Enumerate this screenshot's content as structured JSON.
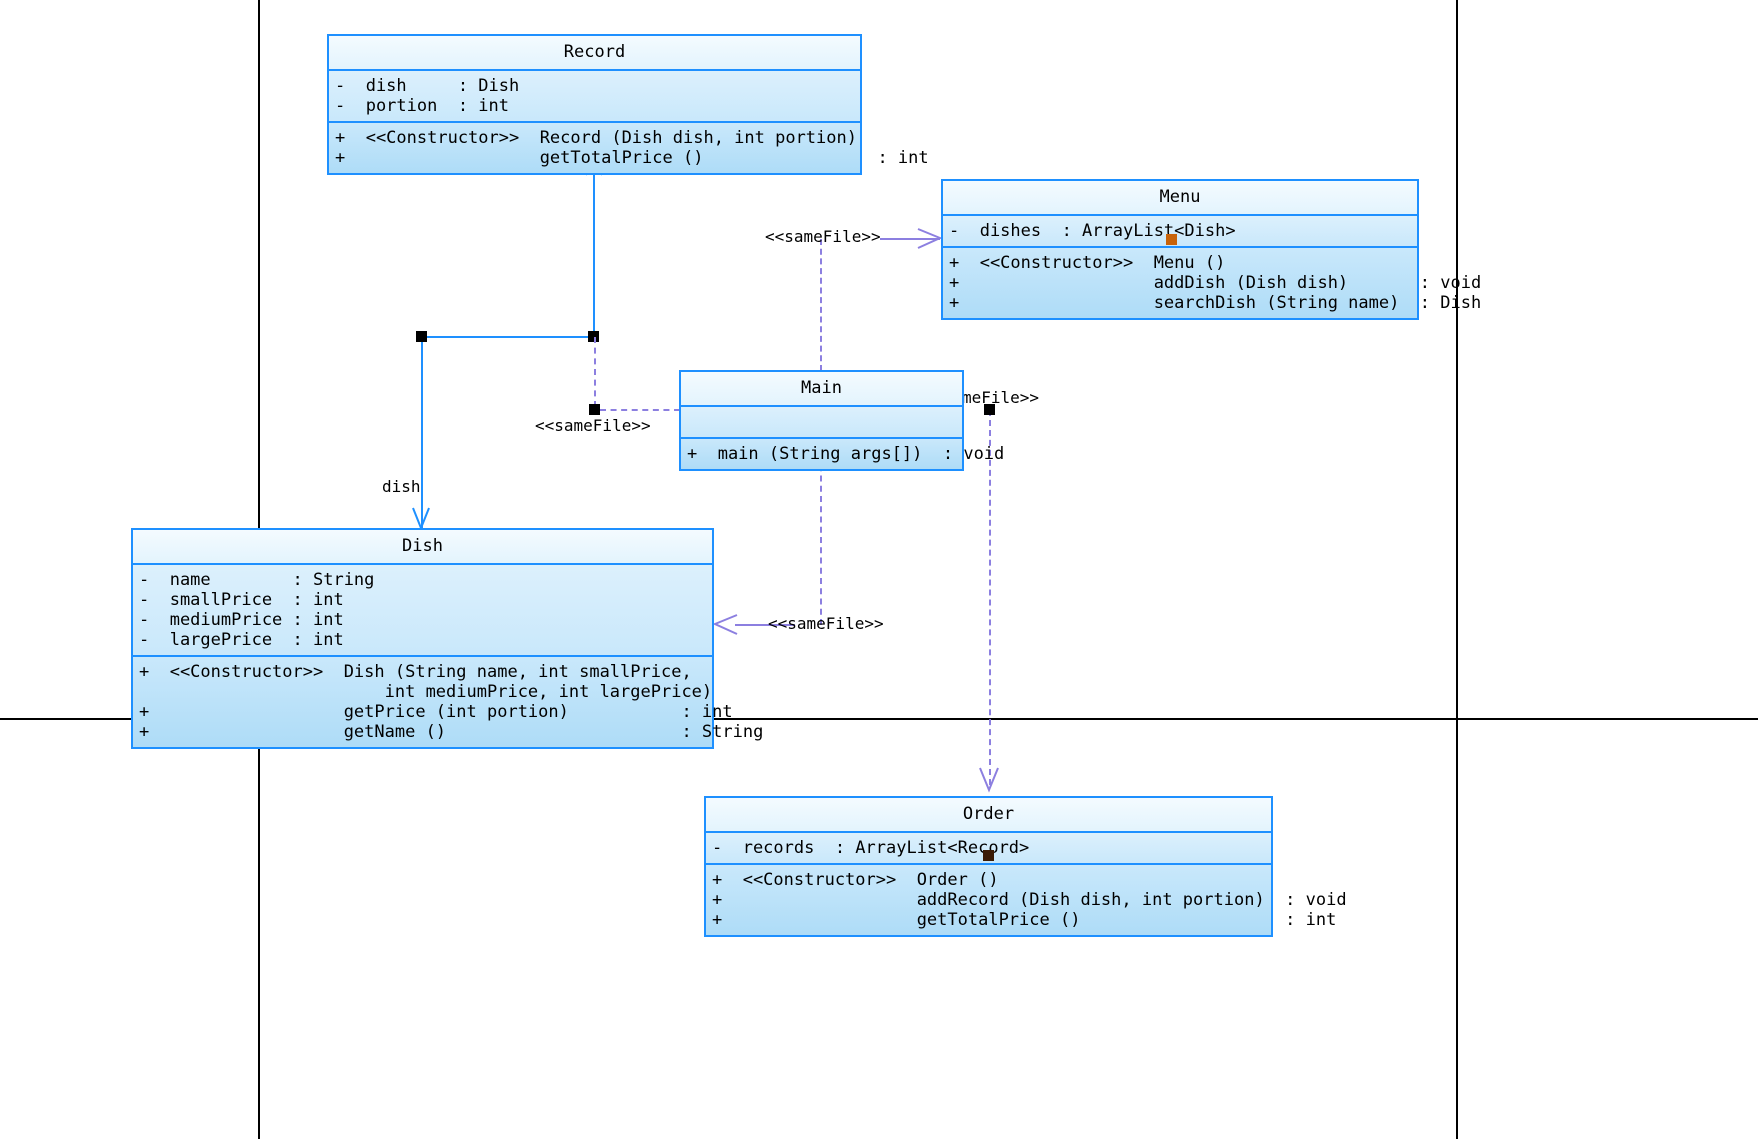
{
  "diagram": {
    "title": "UML Class Diagram",
    "colors": {
      "class_border": "#1E90FF",
      "class_fill_top": "#F2FAFF",
      "class_fill_bottom": "#AEDCF7",
      "association": "#1E90FF",
      "dependency": "#8C7FE0",
      "marker_black": "#000000",
      "marker_orange": "#C8630A",
      "page_guide": "#000000"
    },
    "classes": [
      {
        "id": "record",
        "name": "Record",
        "attributes": [
          "-  dish     : Dish",
          "-  portion  : int"
        ],
        "operations": [
          "+  <<Constructor>>  Record (Dish dish, int portion)",
          "+                   getTotalPrice ()                 : int"
        ]
      },
      {
        "id": "menu",
        "name": "Menu",
        "attributes": [
          "-  dishes  : ArrayList<Dish>"
        ],
        "operations": [
          "+  <<Constructor>>  Menu ()",
          "+                   addDish (Dish dish)       : void",
          "+                   searchDish (String name)  : Dish"
        ]
      },
      {
        "id": "main",
        "name": "Main",
        "attributes": [
          ""
        ],
        "operations": [
          "+  main (String args[])  : void"
        ]
      },
      {
        "id": "dish",
        "name": "Dish",
        "attributes": [
          "-  name        : String",
          "-  smallPrice  : int",
          "-  mediumPrice : int",
          "-  largePrice  : int"
        ],
        "operations": [
          "+  <<Constructor>>  Dish (String name, int smallPrice,",
          "                        int mediumPrice, int largePrice)",
          "+                   getPrice (int portion)           : int",
          "+                   getName ()                       : String"
        ]
      },
      {
        "id": "order",
        "name": "Order",
        "attributes": [
          "-  records  : ArrayList<Record>"
        ],
        "operations": [
          "+  <<Constructor>>  Order ()",
          "+                   addRecord (Dish dish, int portion)  : void",
          "+                   getTotalPrice ()                    : int"
        ]
      }
    ],
    "edge_labels": [
      {
        "id": "samefile-menu",
        "text": "<<sameFile>>"
      },
      {
        "id": "samefile-record",
        "text": "<<sameFile>>"
      },
      {
        "id": "samefile-main",
        "text": "meFile>>"
      },
      {
        "id": "samefile-dish",
        "text": "<<sameFile>>"
      },
      {
        "id": "role-dish",
        "text": "dish"
      }
    ]
  }
}
